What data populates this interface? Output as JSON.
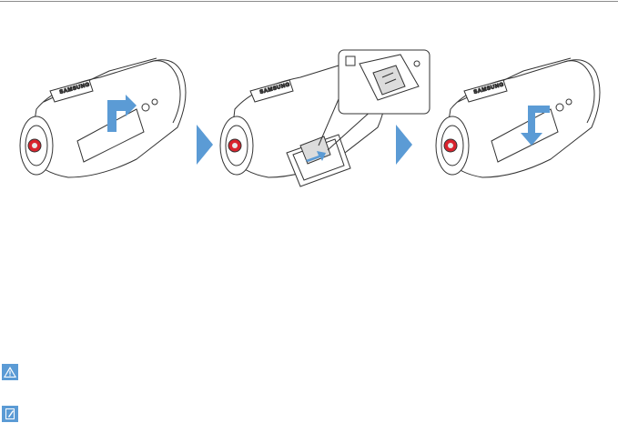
{
  "page": {
    "brand_label": "SAMSUNG"
  },
  "steps": [
    {
      "id": "step-1",
      "action": "open-cover"
    },
    {
      "id": "step-2",
      "action": "insert-card"
    },
    {
      "id": "step-3",
      "action": "close-cover"
    }
  ],
  "icons": {
    "step_arrow": "chevron-right-arrow-icon",
    "caution": "warning-triangle-icon",
    "note": "pencil-note-icon"
  },
  "colors": {
    "accent_blue": "#5b9bd5",
    "lens_red": "#d9232d",
    "line": "#333333",
    "rule": "#8c8c8c"
  }
}
